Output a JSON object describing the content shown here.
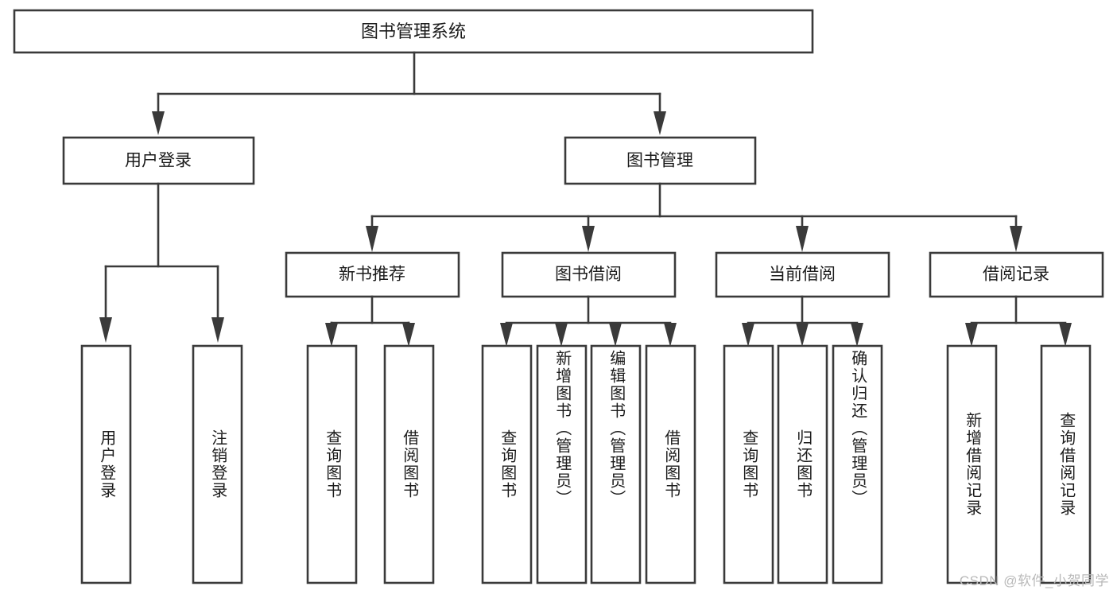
{
  "diagram": {
    "type": "tree-hierarchy-chart",
    "title": "图书管理系统",
    "orientation": "top-down",
    "colors": {
      "background": "#ffffff",
      "box_fill": "#ffffff",
      "box_stroke": "#3a3a3a",
      "text": "#1b1b1b",
      "watermark": "#b9b9b9"
    },
    "root": {
      "label": "图书管理系统",
      "level": 0
    },
    "level1": [
      {
        "label": "用户登录"
      },
      {
        "label": "图书管理"
      }
    ],
    "level2": [
      {
        "label": "新书推荐"
      },
      {
        "label": "图书借阅"
      },
      {
        "label": "当前借阅"
      },
      {
        "label": "借阅记录"
      }
    ],
    "leaves": {
      "user_login": [
        {
          "label": "用户登录"
        },
        {
          "label": "注销登录"
        }
      ],
      "new_book_recommend": [
        {
          "label": "查询图书"
        },
        {
          "label": "借阅图书"
        }
      ],
      "book_borrow": [
        {
          "label": "查询图书"
        },
        {
          "label": "新增图书（管理员）"
        },
        {
          "label": "编辑图书（管理员）"
        },
        {
          "label": "借阅图书"
        }
      ],
      "current_borrow": [
        {
          "label": "查询图书"
        },
        {
          "label": "归还图书"
        },
        {
          "label": "确认归还（管理员）"
        }
      ],
      "borrow_record": [
        {
          "label": "新增借阅记录"
        },
        {
          "label": "查询借阅记录"
        }
      ]
    },
    "watermark": "CSDN @软件_小贺同学"
  }
}
